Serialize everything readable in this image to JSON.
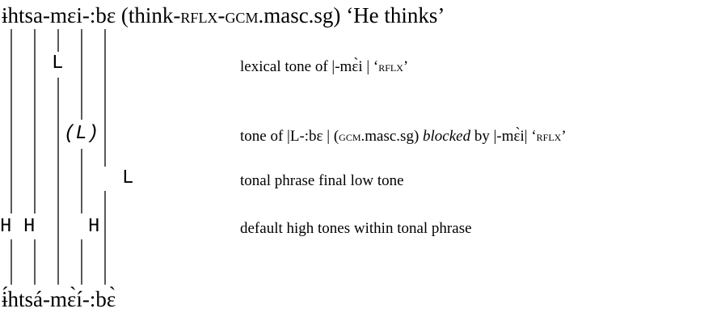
{
  "header": {
    "form": "ɨhtsa-mɛi-:bɛ",
    "gloss_open": "(think-",
    "gloss_rflx": "rflx",
    "gloss_dash": "-",
    "gloss_gcm": "gcm",
    "gloss_rest": ".masc.sg)",
    "translation": "‘He thinks’"
  },
  "tiers": [
    {
      "tone": "L",
      "desc_parts": [
        "lexical tone of |-mɛ̀i | ‘",
        "rflx",
        "’"
      ]
    },
    {
      "tone": "(L)",
      "desc_parts": [
        "tone of |L-:bɛ | (",
        "gcm",
        ".masc.sg) ",
        "blocked",
        " by |-mɛ̀i| ‘",
        "rflx",
        "’"
      ]
    },
    {
      "tone": "L",
      "desc_parts": [
        "tonal phrase final low tone"
      ]
    },
    {
      "tones": [
        "H",
        "H",
        "H"
      ],
      "desc_parts": [
        "default high tones within tonal phrase"
      ]
    }
  ],
  "footer": {
    "form": "ɨ́htsá-mɛ̀í-:bɛ̀"
  }
}
